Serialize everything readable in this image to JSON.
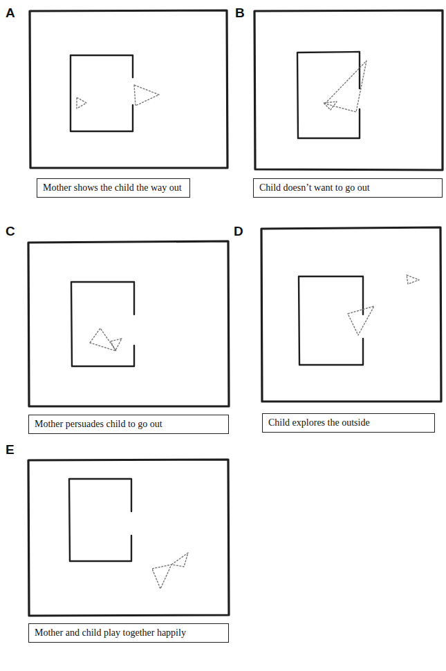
{
  "diagram": {
    "nodes": [
      {
        "text": [
          "Mother shows the child the way out"
        ]
      },
      {
        "text": [
          "Child doesn’t want to go out"
        ]
      },
      {
        "text": [
          "Mother persuades child to go out"
        ]
      },
      {
        "text": [
          "Child explores the outside"
        ]
      },
      {
        "text": [
          "Mother and child play together happily"
        ]
      }
    ],
    "labels": [
      "A",
      "B",
      "C",
      "D",
      "E"
    ]
  }
}
